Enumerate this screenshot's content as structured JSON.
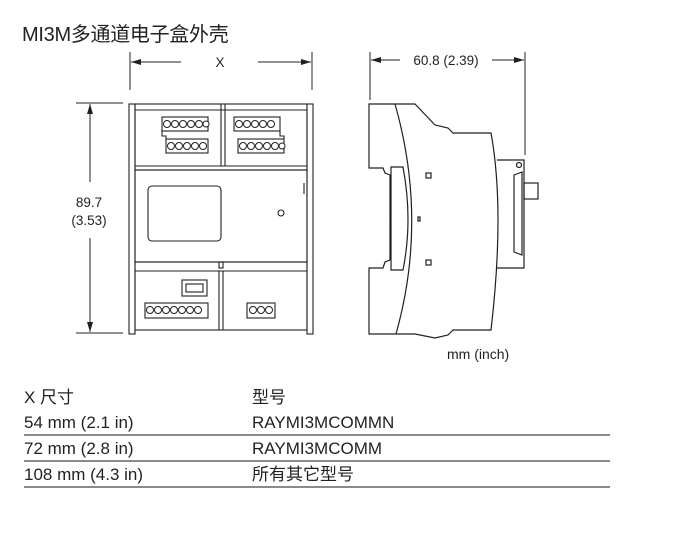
{
  "title": "MI3M多通道电子盒外壳",
  "drawing": {
    "front_view": {
      "width_label": "X",
      "height_label_mm": "89.7",
      "height_label_in": "(3.53)"
    },
    "side_view": {
      "depth_label": "60.8 (2.39)"
    },
    "units_note": "mm (inch)"
  },
  "table": {
    "headers": [
      "X 尺寸",
      "型号"
    ],
    "rows": [
      [
        "54 mm (2.1 in)",
        "RAYMI3MCOMMN"
      ],
      [
        "72 mm (2.8 in)",
        "RAYMI3MCOMM"
      ],
      [
        "108 mm (4.3 in)",
        "所有其它型号"
      ]
    ]
  },
  "colors": {
    "line": "#231f20",
    "rule": "#8a8a8a"
  }
}
